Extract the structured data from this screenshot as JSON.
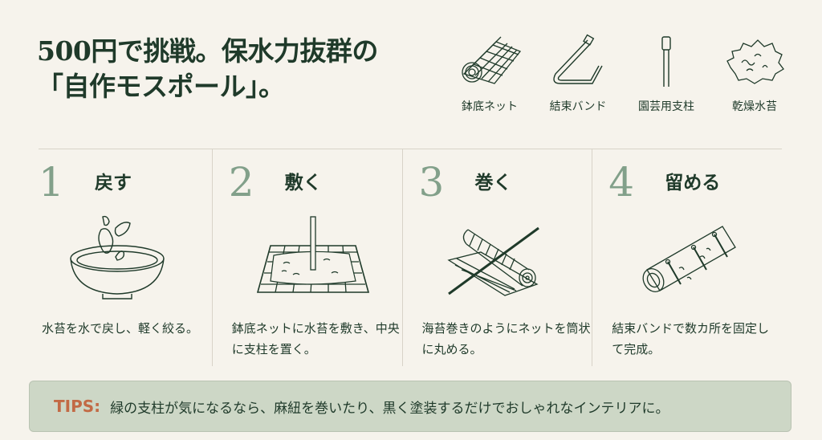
{
  "header": {
    "title_line1": "500円で挑戦。保水力抜群の",
    "title_line2": "「自作モスポール」。"
  },
  "materials": [
    {
      "label": "鉢底ネット",
      "icon": "rolled-net-icon"
    },
    {
      "label": "結束バンド",
      "icon": "cable-tie-icon"
    },
    {
      "label": "園芸用支柱",
      "icon": "garden-stake-icon"
    },
    {
      "label": "乾燥水苔",
      "icon": "dried-moss-icon"
    }
  ],
  "steps": [
    {
      "number": "1",
      "title": "戻す",
      "text": "水苔を水で戻し、軽く絞る。",
      "icon": "bowl-moss-icon"
    },
    {
      "number": "2",
      "title": "敷く",
      "text": "鉢底ネットに水苔を敷き、中央に支柱を置く。",
      "icon": "net-moss-stake-icon"
    },
    {
      "number": "3",
      "title": "巻く",
      "text": "海苔巻きのようにネットを筒状に丸める。",
      "icon": "rolling-net-icon"
    },
    {
      "number": "4",
      "title": "留める",
      "text": "結束バンドで数カ所を固定して完成。",
      "icon": "finished-pole-icon"
    }
  ],
  "tips": {
    "label": "TIPS:",
    "text": "緑の支柱が気になるなら、麻紐を巻いたり、黒く塗装するだけでおしゃれなインテリアに。"
  },
  "colors": {
    "background": "#f6f3ec",
    "text": "#1f3a2a",
    "numeral": "#82a08a",
    "tips_bg": "#cdd7c6",
    "tips_label": "#c26a45"
  }
}
